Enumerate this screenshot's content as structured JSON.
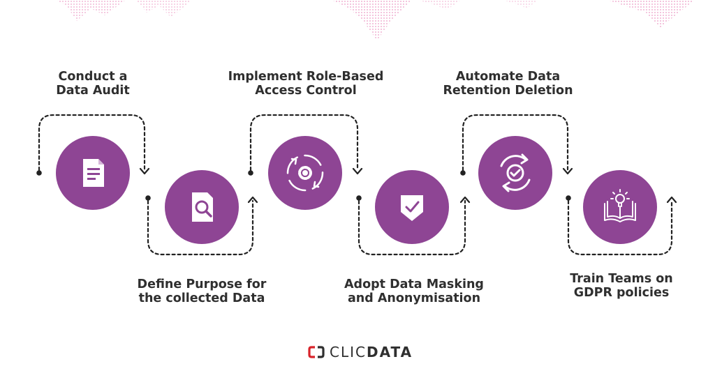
{
  "steps": [
    {
      "line1": "Conduct a",
      "line2": "Data Audit",
      "icon": "document-icon"
    },
    {
      "line1": "Define Purpose for",
      "line2": "the collected Data",
      "icon": "file-search-icon"
    },
    {
      "line1": "Implement Role-Based",
      "line2": "Access Control",
      "icon": "gear-cycle-icon"
    },
    {
      "line1": "Adopt Data Masking",
      "line2": "and Anonymisation",
      "icon": "shield-check-icon"
    },
    {
      "line1": "Automate Data",
      "line2": "Retention Deletion",
      "icon": "sync-check-icon"
    },
    {
      "line1": "Train Teams on",
      "line2": "GDPR policies",
      "icon": "open-book-icon"
    }
  ],
  "brand": {
    "part1": "CLIC",
    "part2": "DATA",
    "logo_icon": "clicdata-logo-icon"
  },
  "colors": {
    "circle": "#8e4594",
    "text": "#2f2f2f",
    "decor": "#d9207d",
    "line": "#222222"
  }
}
